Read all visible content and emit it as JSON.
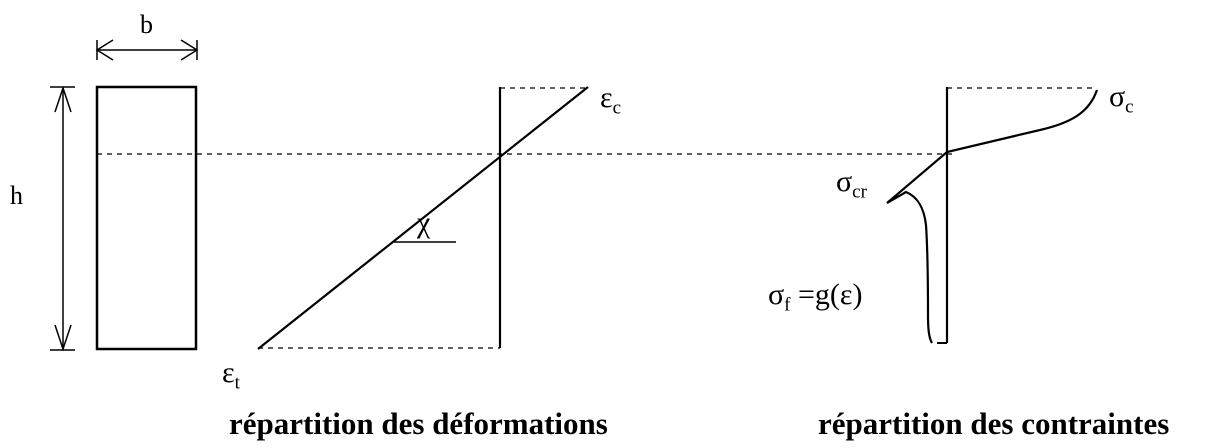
{
  "labels": {
    "width": "b",
    "height": "h",
    "strain_compression": {
      "symbol": "ε",
      "sub": "c"
    },
    "strain_tension": {
      "symbol": "ε",
      "sub": "t"
    },
    "curvature": "χ",
    "stress_compression": {
      "symbol": "σ",
      "sub": "c"
    },
    "stress_cracking": {
      "symbol": "σ",
      "sub": "cr"
    },
    "stress_fiber": {
      "symbol": "σ",
      "sub": "f",
      "rest": " =g(ε)"
    }
  },
  "captions": {
    "strain": "répartition des déformations",
    "stress": "répartition des contraintes"
  }
}
